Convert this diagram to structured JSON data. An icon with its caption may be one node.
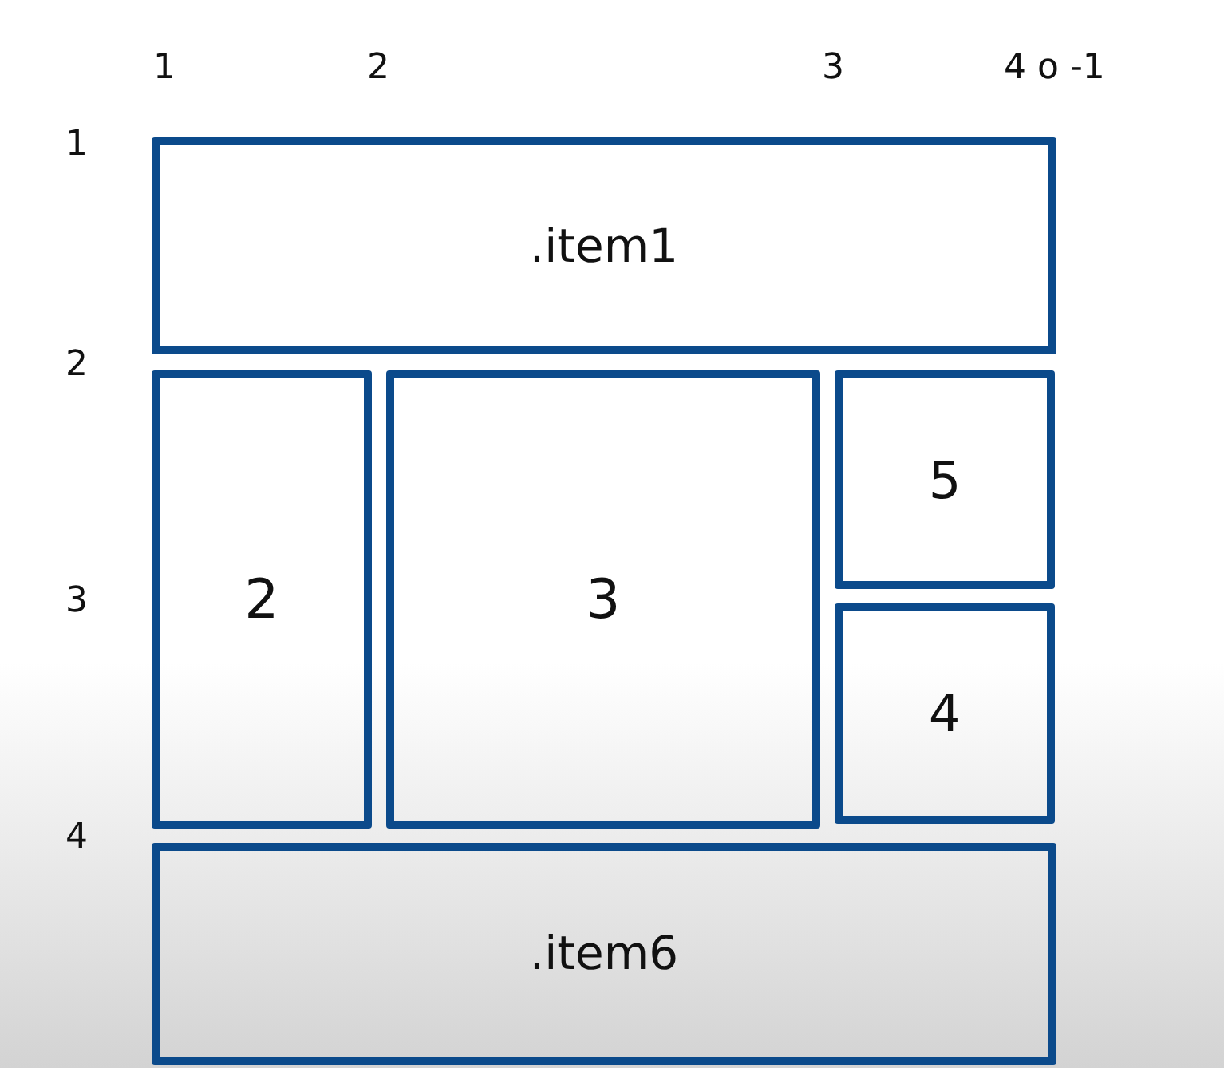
{
  "diagram": {
    "nodes": [
      {
        "text": [
          ".item1"
        ]
      },
      {
        "text": [
          "2"
        ]
      },
      {
        "text": [
          "3"
        ]
      },
      {
        "text": [
          "5"
        ]
      },
      {
        "text": [
          "4"
        ]
      },
      {
        "text": [
          ".item6"
        ]
      }
    ],
    "labels": [
      "1",
      "2",
      "3",
      "4 o -1",
      "1",
      "2",
      "3",
      "4"
    ]
  }
}
